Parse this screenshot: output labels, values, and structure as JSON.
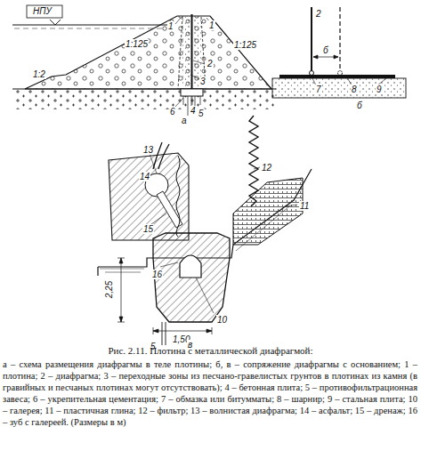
{
  "diagram": {
    "title": "Рис. 2.11. Плотина с металлической диафрагмой:",
    "caption": "а – схема размещения диафрагмы в теле плотины; б, в – сопряжение диафрагмы с основанием; 1 – плотина; 2 – диафрагма; 3 – переходные зоны из песчано-гравелистых грунтов в плотинах из камня (в гравийных и песчаных плотинах могут отсутствовать); 4 – бетонная плита; 5 – противофильтрационная завеса; 6 – укрепительная цементация; 7 – обмазка или битумматы; 8 – шарнир; 9 – стальная плита; 10 – галерея; 11 – пластичная глина; 12 – фильтр; 13 – волнистая диафрагма; 14 – асфальт; 15 – дренаж; 16 – зуб с галереей. (Размеры в м)",
    "labels": [
      "НПУ",
      "1",
      "1",
      "1:2",
      "1:125",
      "1:125",
      "2",
      "3",
      "4",
      "5",
      "6",
      "а",
      "2",
      "б",
      "7",
      "8",
      "9",
      "б",
      "13",
      "14",
      "15",
      "12",
      "11",
      "16",
      "2,25",
      "10",
      "1,50",
      "5",
      "в"
    ]
  }
}
